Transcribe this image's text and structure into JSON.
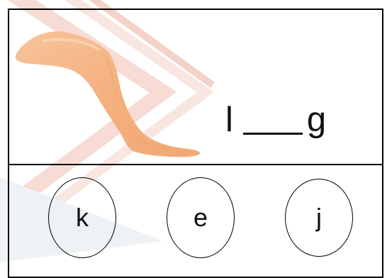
{
  "puzzle": {
    "word_prefix": "l",
    "word_suffix": "g",
    "image_icon": "leg-icon"
  },
  "choices": [
    {
      "label": "k"
    },
    {
      "label": "e"
    },
    {
      "label": "j"
    }
  ],
  "colors": {
    "skin": "#f6b98a",
    "skin_shadow": "#e99a6a",
    "watermark_red": "#f3d6cf",
    "watermark_blue": "#e8edf1"
  }
}
